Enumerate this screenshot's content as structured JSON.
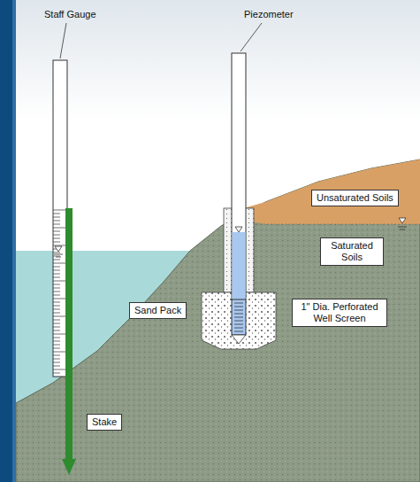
{
  "diagram": {
    "nodes": [
      {
        "text": [
          "Unsaturated Soils"
        ]
      },
      {
        "text": [
          "Saturated Soils"
        ]
      },
      {
        "text": [
          "Sand Pack"
        ]
      },
      {
        "text": [
          "1\" Dia. Perforated Well Screen"
        ]
      },
      {
        "text": [
          "Stake"
        ]
      }
    ],
    "labels": [
      "Staff Gauge",
      "Piezometer"
    ]
  }
}
